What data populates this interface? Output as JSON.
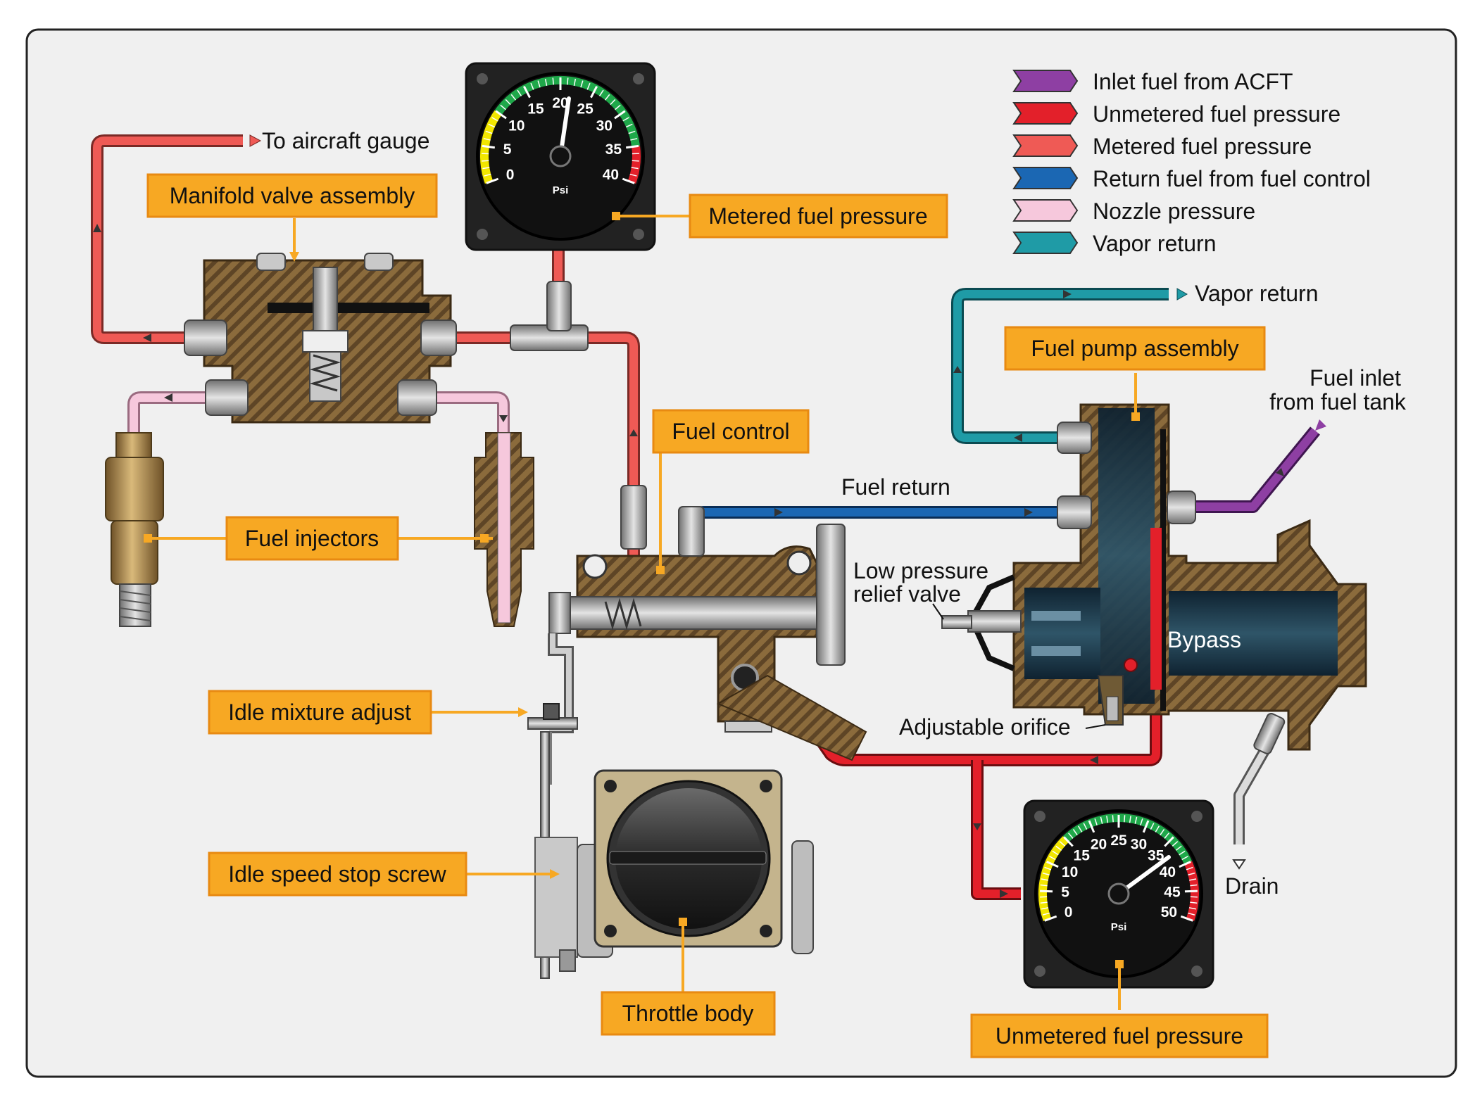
{
  "legend": [
    {
      "label": "Inlet fuel from ACFT",
      "color": "#8e3fa3"
    },
    {
      "label": "Unmetered fuel pressure",
      "color": "#e3202a"
    },
    {
      "label": "Metered fuel pressure",
      "color": "#ef5a55"
    },
    {
      "label": "Return fuel from fuel control",
      "color": "#1b67b3"
    },
    {
      "label": "Nozzle pressure",
      "color": "#f6c8dc"
    },
    {
      "label": "Vapor return",
      "color": "#1f9ba6"
    }
  ],
  "callouts": {
    "manifold_valve": "Manifold valve assembly",
    "metered_pressure": "Metered fuel pressure",
    "fuel_control": "Fuel control",
    "fuel_pump": "Fuel pump assembly",
    "fuel_injectors": "Fuel injectors",
    "idle_mixture": "Idle mixture adjust",
    "idle_speed": "Idle speed stop screw",
    "throttle_body": "Throttle body",
    "unmetered_pressure": "Unmetered fuel pressure"
  },
  "labels": {
    "to_gauge": "To aircraft gauge",
    "vapor_return": "Vapor return",
    "fuel_inlet_line1": "Fuel inlet",
    "fuel_inlet_line2": "from fuel tank",
    "fuel_return": "Fuel return",
    "low_pressure_line1": "Low pressure",
    "low_pressure_line2": "relief valve",
    "bypass": "Bypass",
    "adjustable_orifice": "Adjustable orifice",
    "drain": "Drain"
  },
  "gauge_metered": {
    "unit": "Psi",
    "ticks": [
      "0",
      "5",
      "10",
      "15",
      "20",
      "25",
      "30",
      "35",
      "40"
    ]
  },
  "gauge_unmetered": {
    "unit": "Psi",
    "ticks": [
      "0",
      "5",
      "10",
      "15",
      "20",
      "25",
      "30",
      "35",
      "40",
      "45",
      "50"
    ]
  },
  "colors": {
    "callout_fill": "#f7a823",
    "callout_stroke": "#e88a12",
    "brass": "#8a6a3a",
    "gauge_face": "#1d1d1d"
  }
}
